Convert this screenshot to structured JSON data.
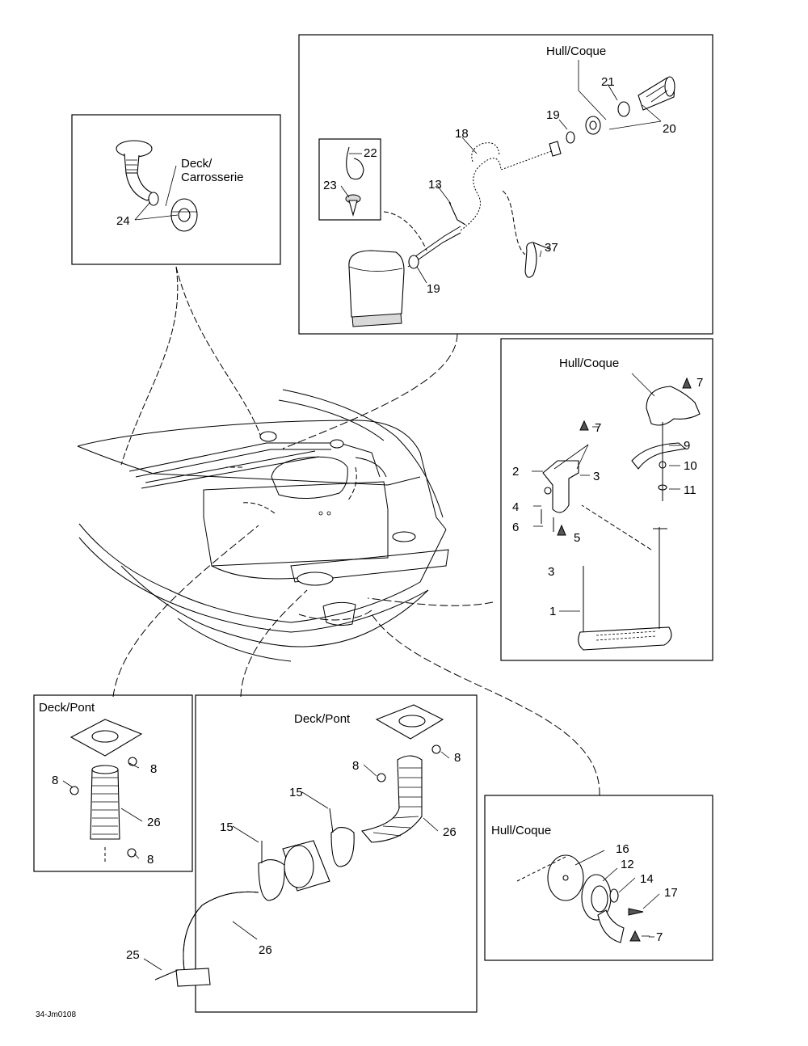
{
  "diagram_code": "34-Jm0108",
  "zone_labels": {
    "hull_top": "Hull/Coque",
    "deck_carrosserie": "Deck/\nCarrosserie",
    "hull_right": "Hull/Coque",
    "deck_pont_left": "Deck/Pont",
    "deck_pont_center": "Deck/Pont",
    "hull_bottom_right": "Hull/Coque"
  },
  "part_numbers": {
    "p21": "21",
    "p19a": "19",
    "p20": "20",
    "p18": "18",
    "p22": "22",
    "p23": "23",
    "p13": "13",
    "p37": "37",
    "p19b": "19",
    "p24": "24",
    "p7a": "7",
    "p7b": "7",
    "p2": "2",
    "p3a": "3",
    "p9": "9",
    "p10": "10",
    "p11": "11",
    "p4": "4",
    "p6": "6",
    "p5": "5",
    "p3b": "3",
    "p1": "1",
    "p8a": "8",
    "p8b": "8",
    "p26a": "26",
    "p8c": "8",
    "p8d": "8",
    "p8e": "8",
    "p15a": "15",
    "p15b": "15",
    "p26b": "26",
    "p26c": "26",
    "p25": "25",
    "p16": "16",
    "p12": "12",
    "p14": "14",
    "p17": "17",
    "p7c": "7"
  }
}
